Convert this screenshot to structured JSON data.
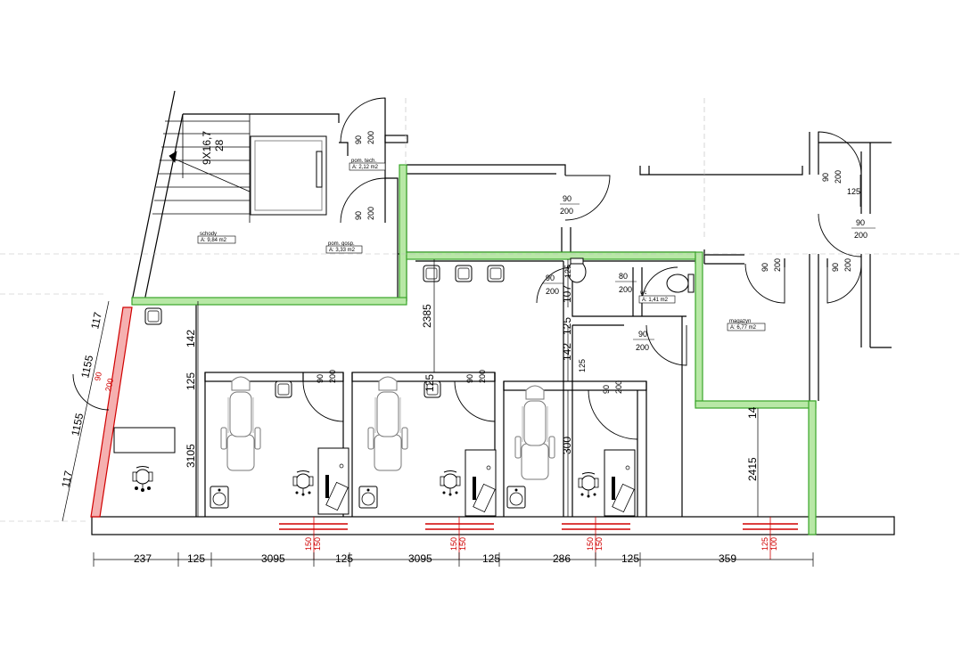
{
  "rooms": {
    "stairs": {
      "name": "schody",
      "area": "A: 9,84 m2",
      "stair_spec": "9X16,7",
      "stair_extra": "28"
    },
    "tech": {
      "name": "pom. tech.",
      "area": "A: 2,12 m2"
    },
    "utility": {
      "name": "pom. gosp.",
      "area": "A: 3,33 m2"
    },
    "wc": {
      "name": "wc",
      "area": "A: 1,41 m2"
    },
    "storage": {
      "name": "magazyn",
      "area": "A: 6,77 m2"
    }
  },
  "doors": {
    "tech_door": [
      "90",
      "200"
    ],
    "utility_door": [
      "90",
      "200"
    ],
    "upper_mid_door": [
      "90",
      "200"
    ],
    "right_top_door": [
      "90",
      "200"
    ],
    "right_top_gap": "125",
    "right_mid_door": [
      "90",
      "200"
    ],
    "small_room_door": [
      "90",
      "200"
    ],
    "wc_door": [
      "80",
      "200"
    ],
    "storage_door_a": [
      "90",
      "200"
    ],
    "storage_door_b": [
      "90",
      "200"
    ],
    "office1_door": [
      "90",
      "200"
    ],
    "office2_door": [
      "90",
      "200"
    ],
    "office3_door": [
      "90",
      "200"
    ],
    "corridor_door": [
      "90",
      "200"
    ],
    "entrance_door": [
      "90",
      "200"
    ]
  },
  "dims": {
    "bottom": [
      "237",
      "125",
      "3095",
      "125",
      "3095",
      "125",
      "286",
      "125",
      "359"
    ],
    "left_chain": [
      "117",
      "1155",
      "1155",
      "117"
    ],
    "v_142a": "142",
    "v_125a": "125",
    "v_3105": "3105",
    "v_2385": "2385",
    "v_125b": "125",
    "v_107": "107",
    "v_125c": "125",
    "v_142b": "142",
    "v_300": "300",
    "v_14": "14",
    "v_2415": "2415",
    "v_125d": "125",
    "v_125e": "125"
  },
  "windows": [
    [
      "150",
      "150"
    ],
    [
      "150",
      "150"
    ],
    [
      "150",
      "150"
    ],
    [
      "125",
      "100"
    ]
  ]
}
